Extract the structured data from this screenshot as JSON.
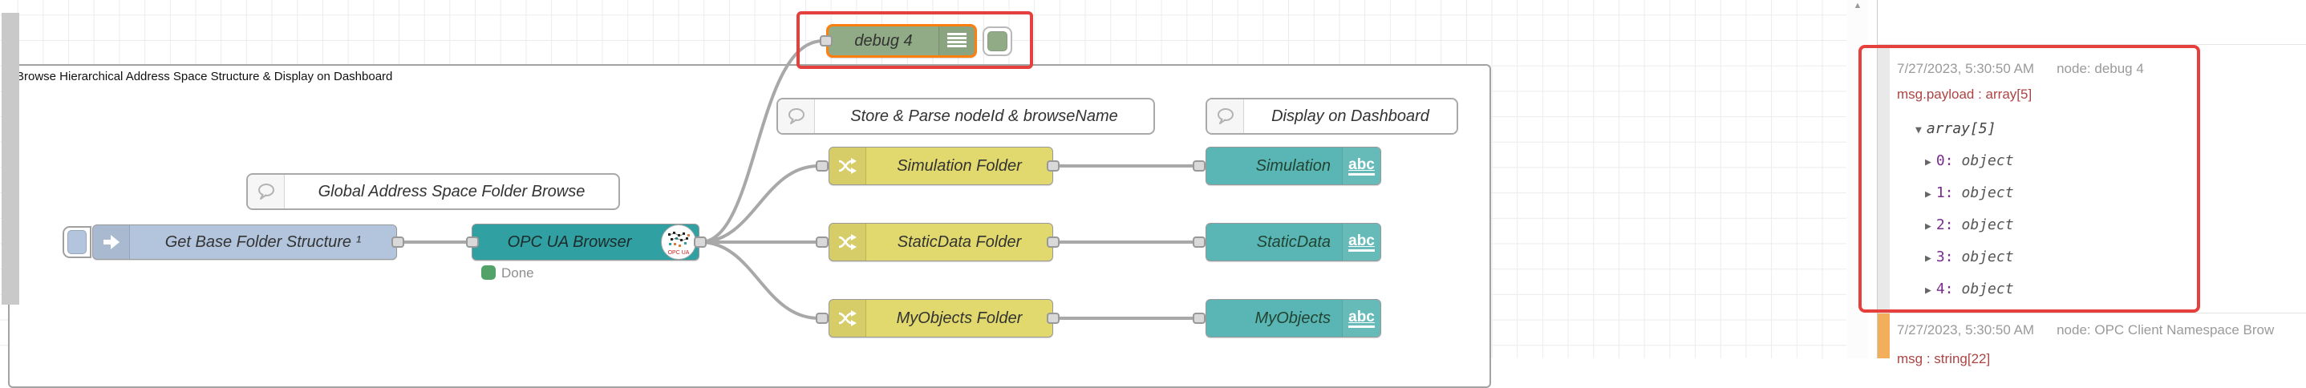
{
  "group": {
    "label": "Browse Hierarchical Address Space Structure & Display on Dashboard"
  },
  "comments": {
    "global": "Global Address Space Folder Browse",
    "store": "Store & Parse nodeId & browseName",
    "display": "Display on Dashboard"
  },
  "nodes": {
    "inject": {
      "label": "Get Base Folder Structure ¹"
    },
    "browser": {
      "label": "OPC UA Browser",
      "badge": "OPC UA",
      "status": "Done"
    },
    "debug": {
      "label": "debug 4"
    },
    "rows": [
      {
        "change": "Simulation Folder",
        "ui": "Simulation",
        "ui_icon": "abc"
      },
      {
        "change": "StaticData Folder",
        "ui": "StaticData",
        "ui_icon": "abc"
      },
      {
        "change": "MyObjects Folder",
        "ui": "MyObjects",
        "ui_icon": "abc"
      }
    ]
  },
  "scrollbar": {
    "up_arrow": "▲"
  },
  "sidebar": {
    "messages": [
      {
        "timestamp": "7/27/2023, 5:30:50 AM",
        "node_ref": "node: debug 4",
        "path": "msg.payload : array[5]",
        "root_collapse": "▼",
        "root": "array[5]",
        "expand_arrow": "▶",
        "items": [
          {
            "key": "0:",
            "value": "object"
          },
          {
            "key": "1:",
            "value": "object"
          },
          {
            "key": "2:",
            "value": "object"
          },
          {
            "key": "3:",
            "value": "object"
          },
          {
            "key": "4:",
            "value": "object"
          }
        ]
      },
      {
        "timestamp": "7/27/2023, 5:30:50 AM",
        "node_ref": "node: OPC Client Namespace Brow",
        "path": "msg : string[22]"
      }
    ]
  },
  "colors": {
    "inject": "#b3c5dc",
    "browser": "#31a0a2",
    "change": "#e2d96e",
    "ui": "#5ab6b4",
    "debug": "#90ab85",
    "selection": "#ff7f0e",
    "annotation": "#e5403d",
    "status_green": "#53a269",
    "wire": "#a8a8a8",
    "msg2_gutter": "#f2ae5a"
  }
}
